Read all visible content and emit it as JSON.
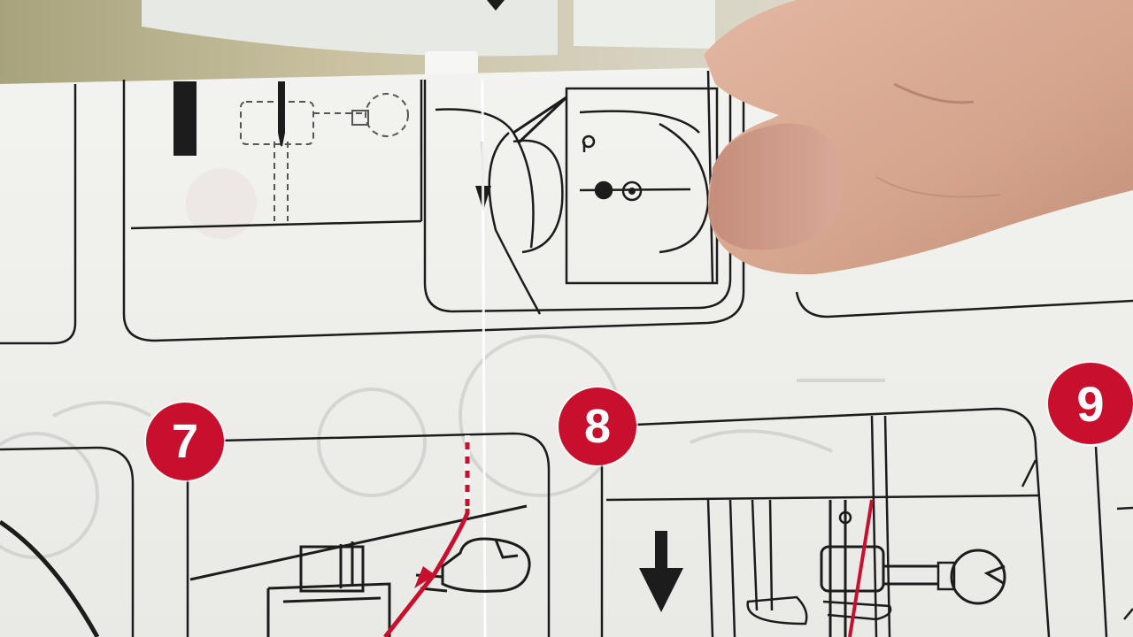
{
  "steps": [
    {
      "number": "7"
    },
    {
      "number": "8"
    },
    {
      "number": "9"
    }
  ],
  "colors": {
    "paper": "#f4f4f1",
    "line": "#1c1c1c",
    "accent_red": "#c8102e",
    "skin": "#d9aa93",
    "nail": "#c99583",
    "machine_white": "#e9ebe7",
    "background_olive": "#b5ad83"
  },
  "icons": [
    "down-arrow-icon",
    "needle-icon",
    "presser-foot-icon",
    "thread-guide-icon"
  ]
}
